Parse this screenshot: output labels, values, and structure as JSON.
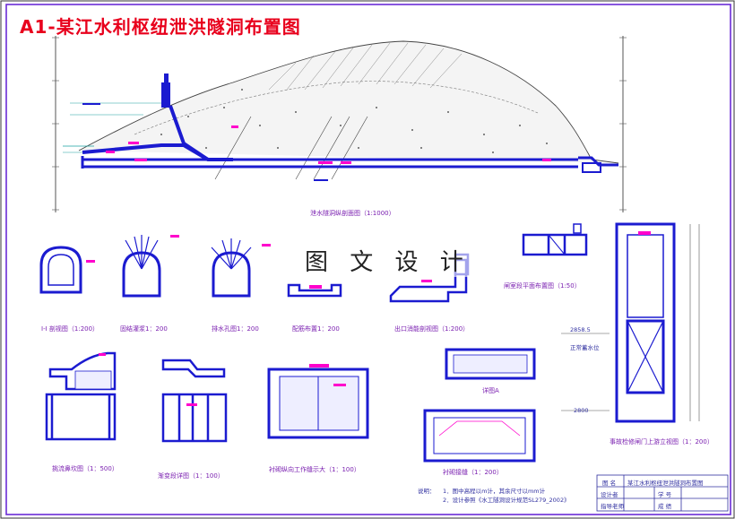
{
  "title": "A1-某江水利枢纽泄洪隧洞布置图",
  "watermark": "图 文 设 计",
  "captions": {
    "profile": "泄水隧洞纵剖面图（1:1000）",
    "section_11": "Ⅰ-Ⅰ 剖视图（1:200）",
    "grouting": "固结灌浆1：200",
    "drainage": "排水孔图1：200",
    "rebar": "配筋布置1：200",
    "outlet": "出口消能剖视图（1:200）",
    "gate_shaft_lower": "闸室段平面布置图（1:50）",
    "gate_elev": "事故检修闸门上游立视图（1：200）",
    "energy": "挑流鼻坎图（1：500）",
    "transition": "渐变段详图（1：100）",
    "lining_long": "衬砌纵向工作缝示大（1：100）",
    "lining_cross": "衬砌接缝（1：200）",
    "detail_a": "详图A"
  },
  "elevations": {
    "upper_water": "2858.5",
    "design_water": "正常蓄水位",
    "bottom": "2800"
  },
  "notes": {
    "label": "说明：",
    "n1": "1．图中高程以m计，其余尺寸以mm计",
    "n2": "2．设计参照《水工隧洞设计规范SL279_2002》"
  },
  "titleblock": {
    "name_label": "图 名",
    "name_value": "某江水利枢纽泄洪隧洞布置图",
    "designer": "设计者",
    "number": "学 号",
    "reviewer": "指导老师",
    "score": "成 绩"
  }
}
